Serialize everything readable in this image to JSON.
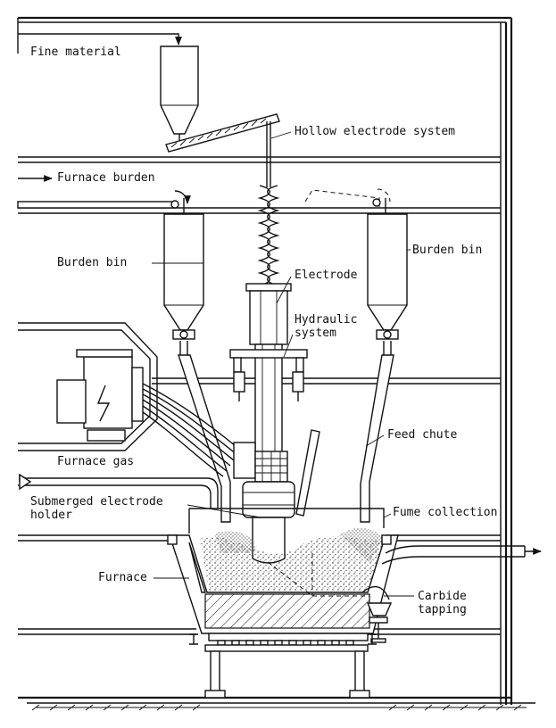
{
  "labels": {
    "fine_material": "Fine material",
    "hollow_electrode_system": "Hollow electrode system",
    "furnace_burden": "Furnace burden",
    "burden_bin_left": "Burden bin",
    "burden_bin_right": "Burden bin",
    "electrode": "Electrode",
    "hydraulic_system_line1": "Hydraulic",
    "hydraulic_system_line2": "system",
    "feed_chute": "Feed chute",
    "furnace_gas": "Furnace gas",
    "submerged_holder_line1": "Submerged electrode",
    "submerged_holder_line2": "holder",
    "fume_collection": "Fume collection",
    "furnace": "Furnace",
    "carbide_tapping_line1": "Carbide",
    "carbide_tapping_line2": "tapping"
  }
}
